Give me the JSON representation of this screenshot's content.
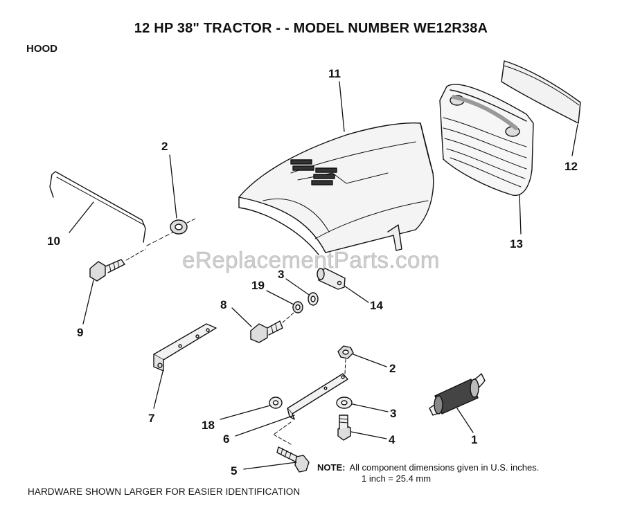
{
  "title": "12 HP 38\" TRACTOR - - MODEL NUMBER WE12R38A",
  "section": "HOOD",
  "watermark": "eReplacementParts.com",
  "note_label": "NOTE:",
  "note_text": "All component dimensions given in U.S. inches.",
  "note_conversion": "1 inch = 25.4 mm",
  "footer": "HARDWARE SHOWN LARGER FOR EASIER IDENTIFICATION",
  "callouts": [
    "11",
    "2",
    "12",
    "13",
    "10",
    "9",
    "3",
    "19",
    "14",
    "8",
    "2",
    "7",
    "18",
    "3",
    "6",
    "4",
    "1",
    "5"
  ]
}
